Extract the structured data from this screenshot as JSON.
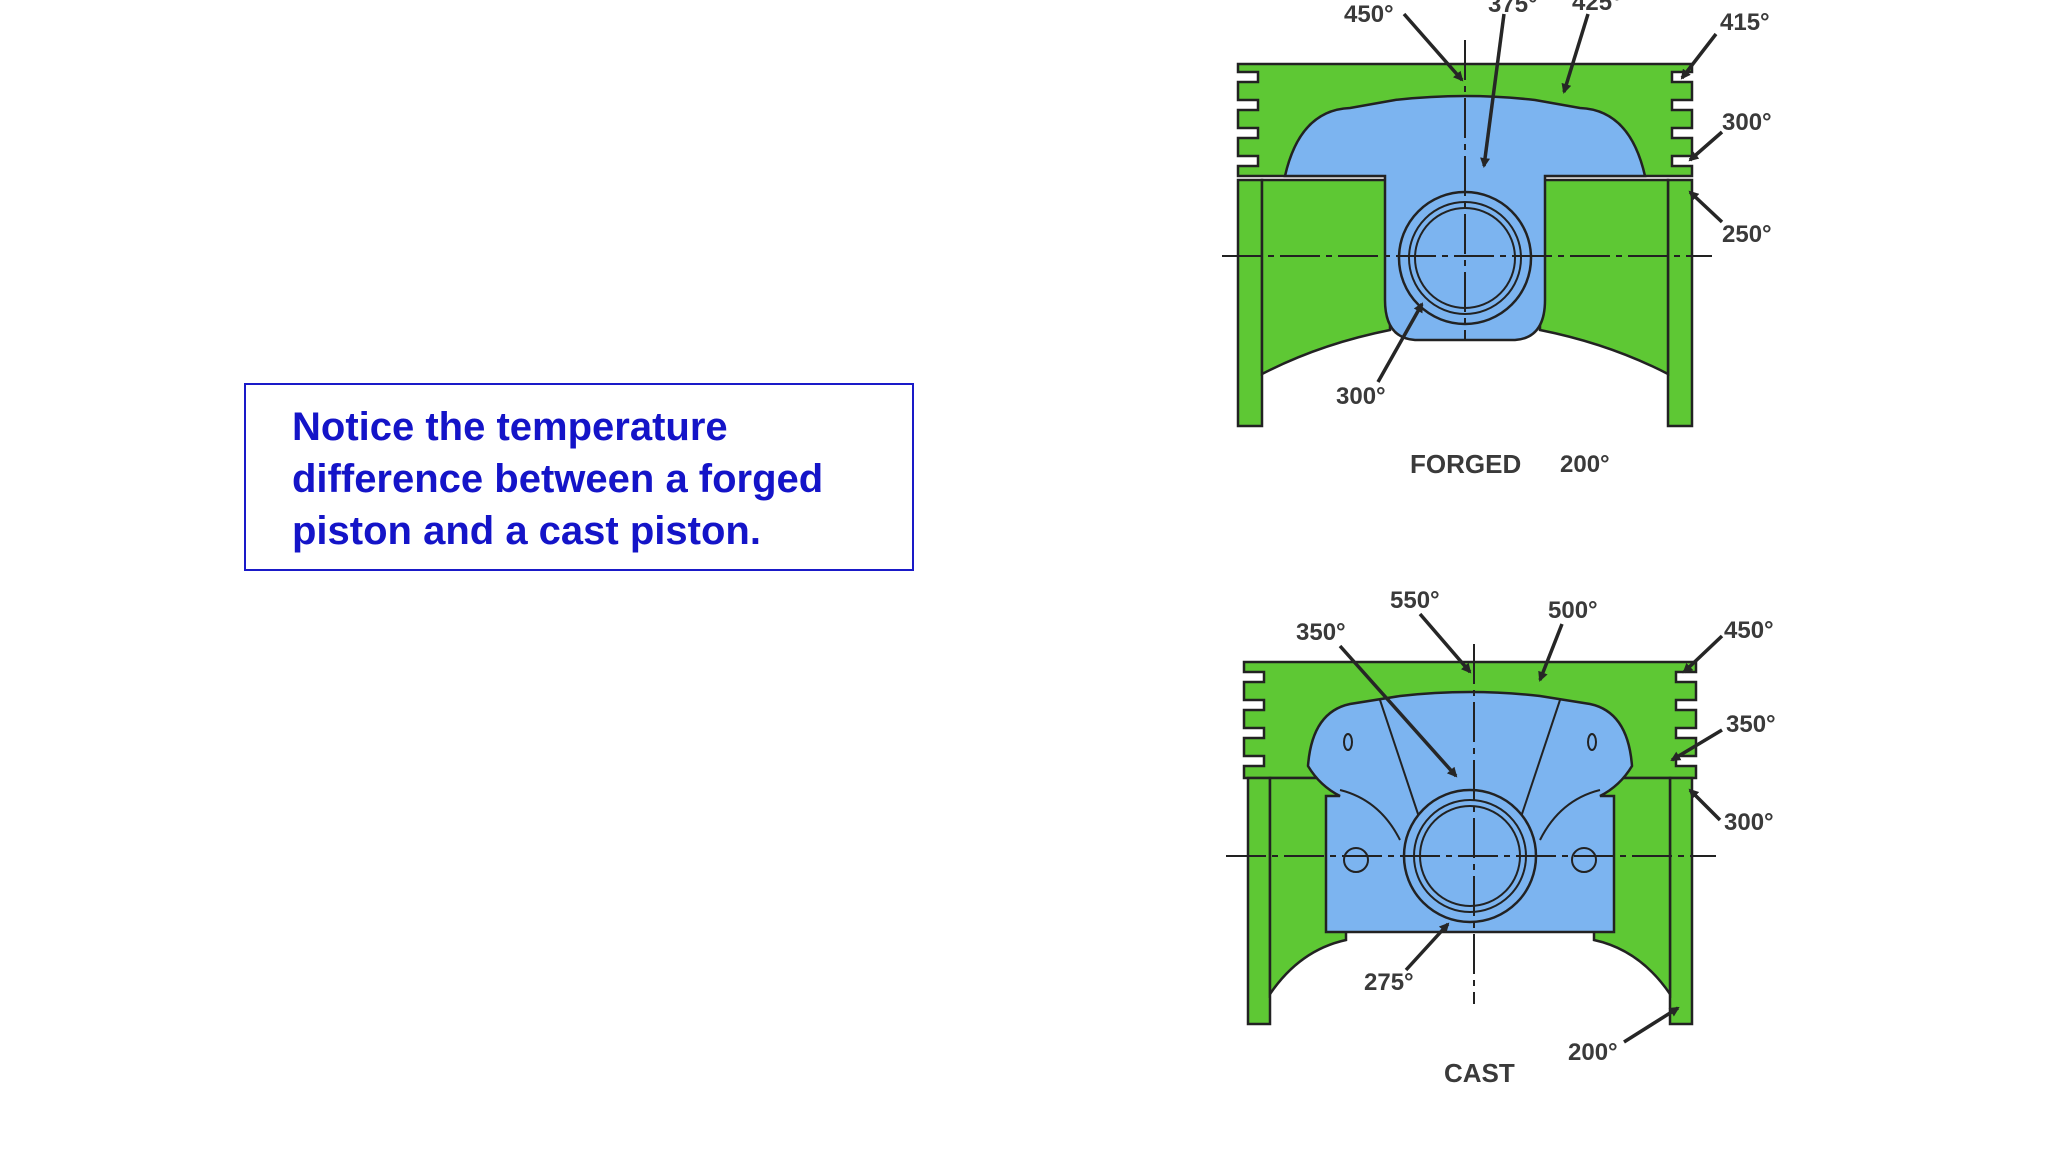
{
  "notice": {
    "text": "Notice the temperature difference between a forged piston and a cast piston."
  },
  "colors": {
    "piston_green": "#5ec834",
    "crown_blue": "#7cb4f0",
    "text_blue": "#1414c8",
    "border_blue": "#1a1ac8"
  },
  "forged": {
    "caption": "FORGED",
    "labels": {
      "top_left": "450°",
      "top_mid": "375°",
      "top_right": "425°",
      "land": "415°",
      "ring": "300°",
      "skirt_top": "250°",
      "pin_boss": "300°",
      "skirt_bottom": "200°"
    }
  },
  "cast": {
    "caption": "CAST",
    "labels": {
      "left_inner": "350°",
      "top_mid": "550°",
      "top_right": "500°",
      "land": "450°",
      "ring": "350°",
      "skirt_top": "300°",
      "pin_boss": "275°",
      "skirt_bottom": "200°"
    }
  }
}
